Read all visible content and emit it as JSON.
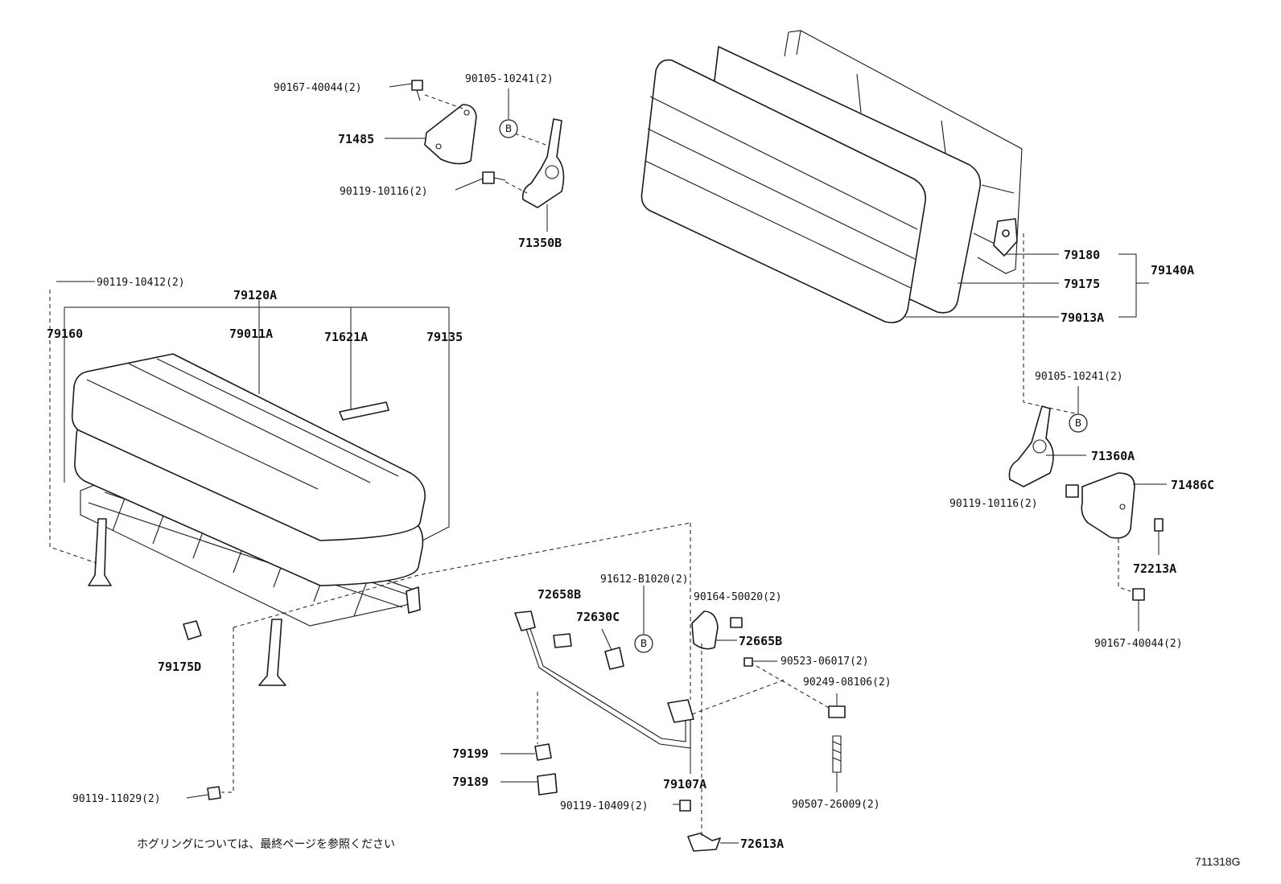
{
  "diagram": {
    "figure_code": "711318G",
    "note": "ホグリングについては、最終ページを参照ください",
    "circle_marker": "B",
    "labels": {
      "p90167_40044_top": "90167-40044(2)",
      "p90105_10241_top": "90105-10241(2)",
      "p71485": "71485",
      "p90119_10116_top": "90119-10116(2)",
      "p71350B": "71350B",
      "p90119_10412": "90119-10412(2)",
      "p79120A": "79120A",
      "p79160": "79160",
      "p79011A": "79011A",
      "p71621A": "71621A",
      "p79135": "79135",
      "p79180": "79180",
      "p79175": "79175",
      "p79013A": "79013A",
      "p79140A": "79140A",
      "p90105_10241_right": "90105-10241(2)",
      "p71360A": "71360A",
      "p71486C": "71486C",
      "p90119_10116_right": "90119-10116(2)",
      "p72213A": "72213A",
      "p90167_40044_right": "90167-40044(2)",
      "p79175D": "79175D",
      "p72658B": "72658B",
      "p91612_B1020": "91612-B1020(2)",
      "p72630C": "72630C",
      "p90164_50020": "90164-50020(2)",
      "p72665B": "72665B",
      "p90523_06017": "90523-06017(2)",
      "p90249_08106": "90249-08106(2)",
      "p79199": "79199",
      "p79189": "79189",
      "p79107A": "79107A",
      "p90119_11029": "90119-11029(2)",
      "p90119_10409": "90119-10409(2)",
      "p90507_26009": "90507-26009(2)",
      "p72613A": "72613A"
    }
  }
}
